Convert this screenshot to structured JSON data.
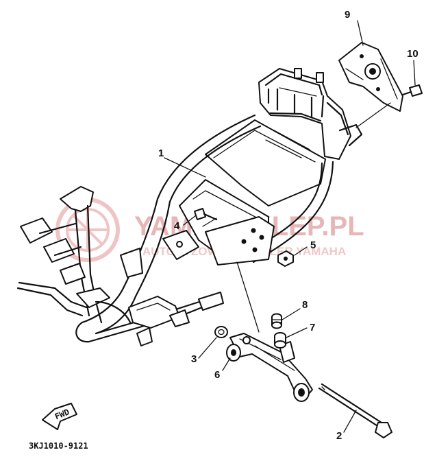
{
  "diagram": {
    "callouts": [
      {
        "id": "1",
        "label": "1"
      },
      {
        "id": "2",
        "label": "2"
      },
      {
        "id": "3",
        "label": "3"
      },
      {
        "id": "4",
        "label": "4"
      },
      {
        "id": "5",
        "label": "5"
      },
      {
        "id": "6",
        "label": "6"
      },
      {
        "id": "7",
        "label": "7"
      },
      {
        "id": "8",
        "label": "8"
      },
      {
        "id": "9",
        "label": "9"
      },
      {
        "id": "10",
        "label": "10"
      }
    ],
    "fwd_label": "FWD",
    "drawing_code": "3KJ1010-9121"
  },
  "watermark": {
    "main": "YAMAHAKLEP.PL",
    "sub": "AUTORYZOWANY DEALER YAMAHA",
    "color": "#e7b6b6"
  }
}
